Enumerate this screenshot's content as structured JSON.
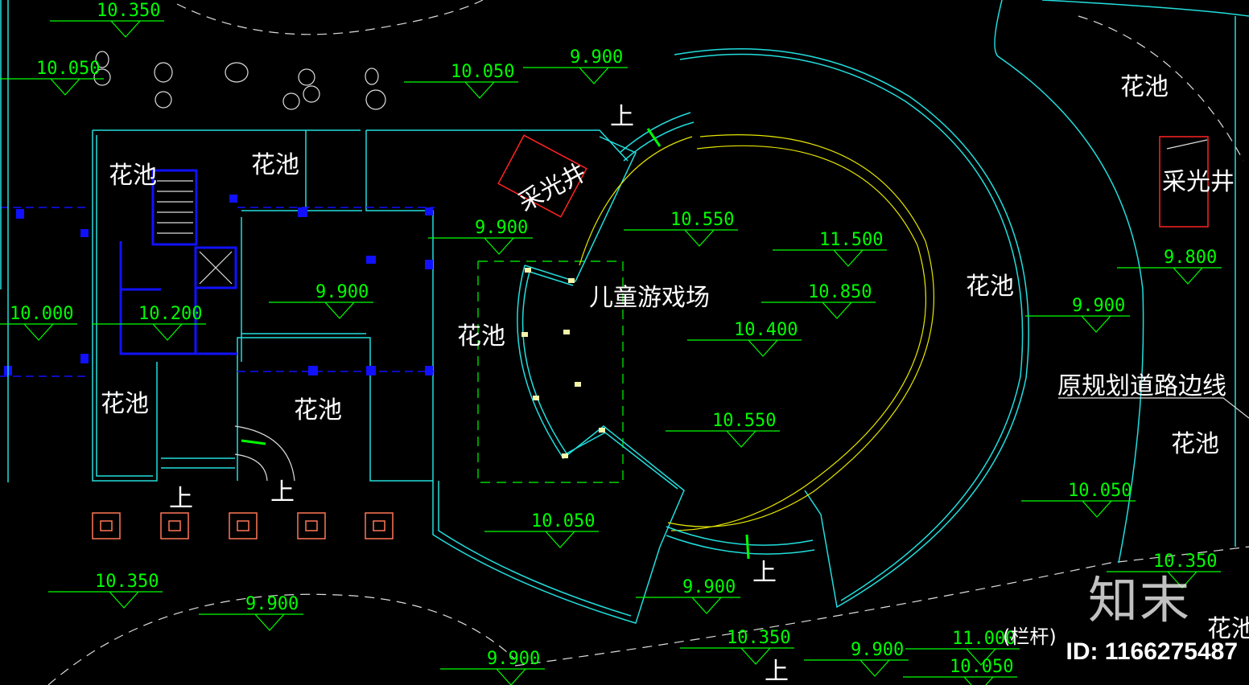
{
  "drawing": {
    "level_marks": [
      "10.350",
      "10.050",
      "10.050",
      "9.900",
      "9.900",
      "10.550",
      "11.500",
      "10.850",
      "10.400",
      "9.900",
      "10.200",
      "10.000",
      "10.550",
      "9.900",
      "9.800",
      "10.050",
      "10.050",
      "10.350",
      "10.350",
      "9.900",
      "9.900",
      "10.350",
      "9.900",
      "9.900",
      "11.000",
      "10.050"
    ],
    "labels": {
      "flower_bed": "花池",
      "skylight": "采光井",
      "playground": "儿童游戏场",
      "road_line": "原规划道路边线",
      "up": "上",
      "railing": "(栏杆)"
    }
  },
  "watermark": {
    "logo": "知末",
    "id": "ID: 1166275487"
  },
  "colors": {
    "background": "#000000",
    "level_text": "#00ff00",
    "boundary": "#22dddd",
    "structure": "#1111ff",
    "skylight_box": "#ff2222",
    "ring": "#e6e600"
  }
}
